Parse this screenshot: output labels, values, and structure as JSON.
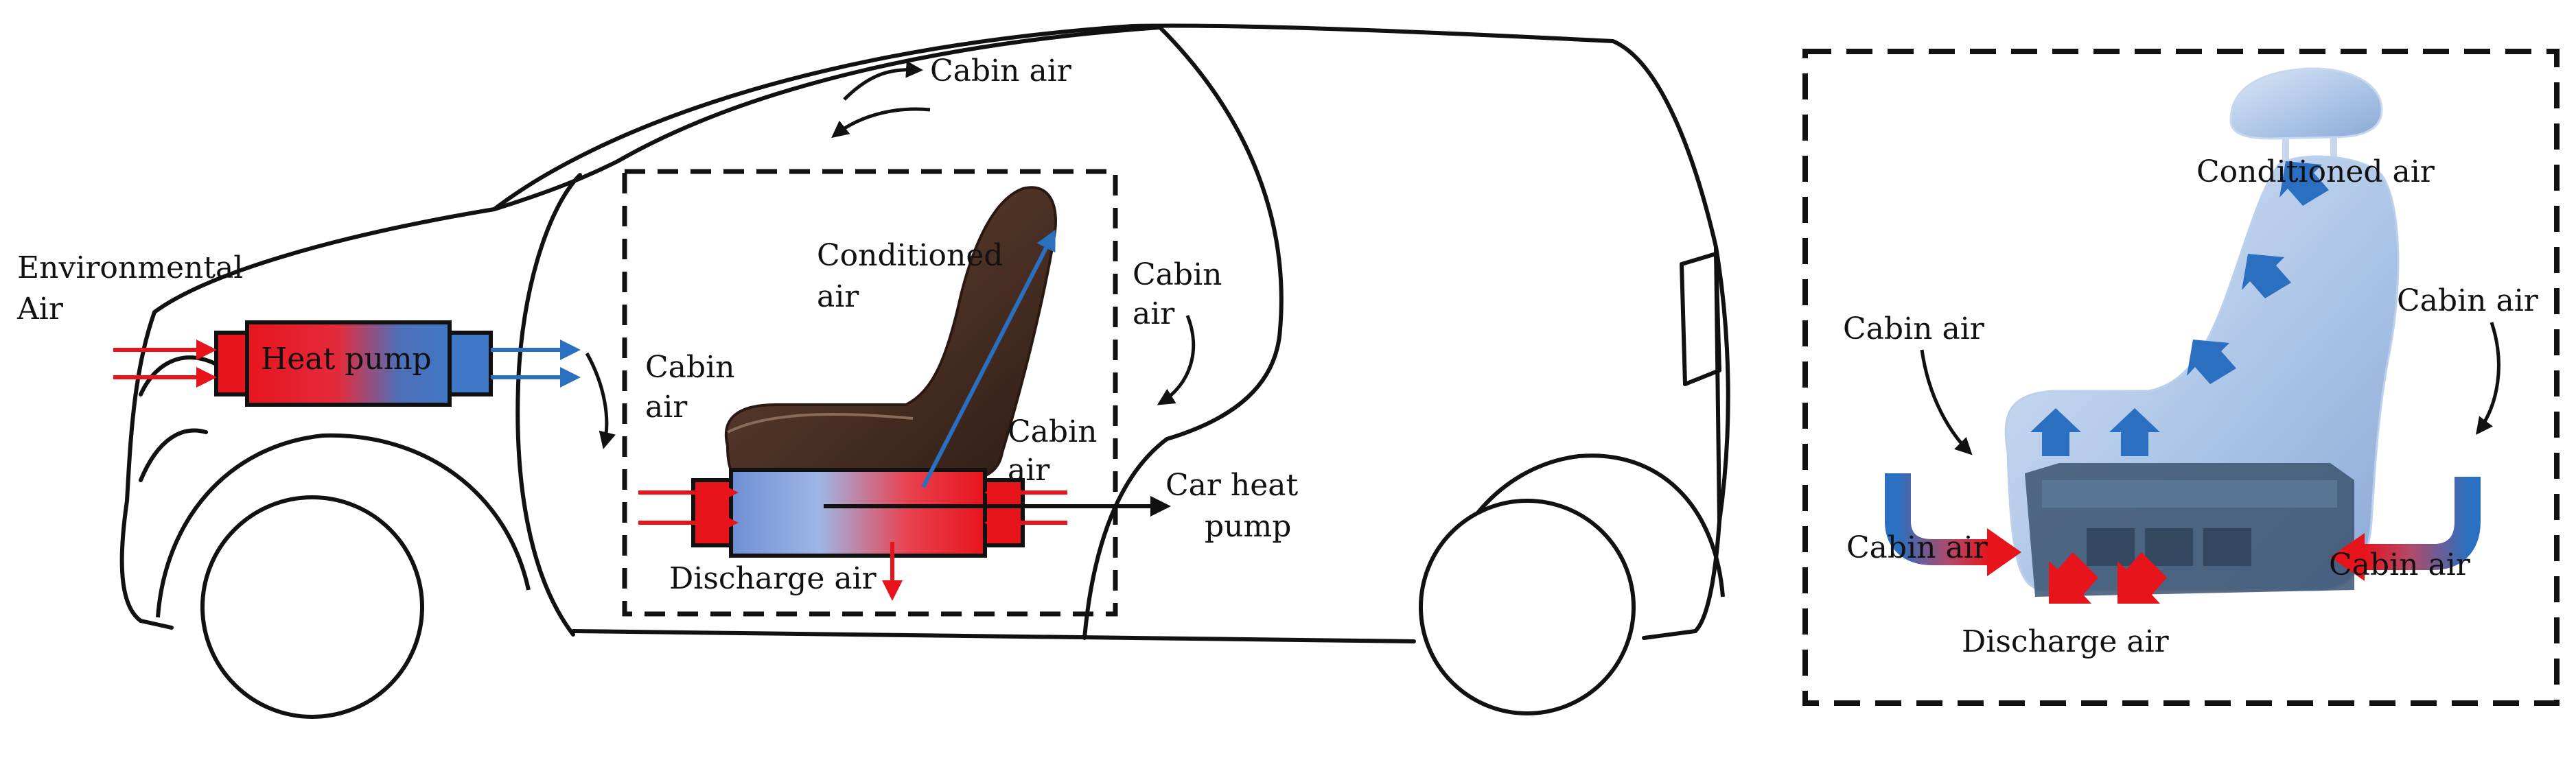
{
  "left_panel": {
    "cabin_air_top": "Cabin air",
    "environmental_air_1": "Environmental",
    "environmental_air_2": "Air",
    "heat_pump": "Heat pump",
    "cabin_air_mid_1": "Cabin",
    "cabin_air_mid_2": "air",
    "conditioned_air_1": "Conditioned",
    "conditioned_air_2": "air",
    "cabin_air_right_1": "Cabin",
    "cabin_air_right_2": "air",
    "cabin_air_seat_1": "Cabin",
    "cabin_air_seat_2": "air",
    "car_heat_pump_1": "Car heat",
    "car_heat_pump_2": "pump",
    "discharge_air": "Discharge air"
  },
  "right_panel": {
    "conditioned_air": "Conditioned air",
    "cabin_air_left": "Cabin air",
    "cabin_air_right": "Cabin air",
    "cabin_air_inlet_left": "Cabin air",
    "cabin_air_inlet_right": "Cabin air",
    "discharge_air": "Discharge air"
  },
  "colors": {
    "hot": "#e8141c",
    "cold": "#2a6fc0",
    "outline": "#111111",
    "seat_brown": "#4a2f22",
    "seat_blue": "#a9c3e6"
  }
}
